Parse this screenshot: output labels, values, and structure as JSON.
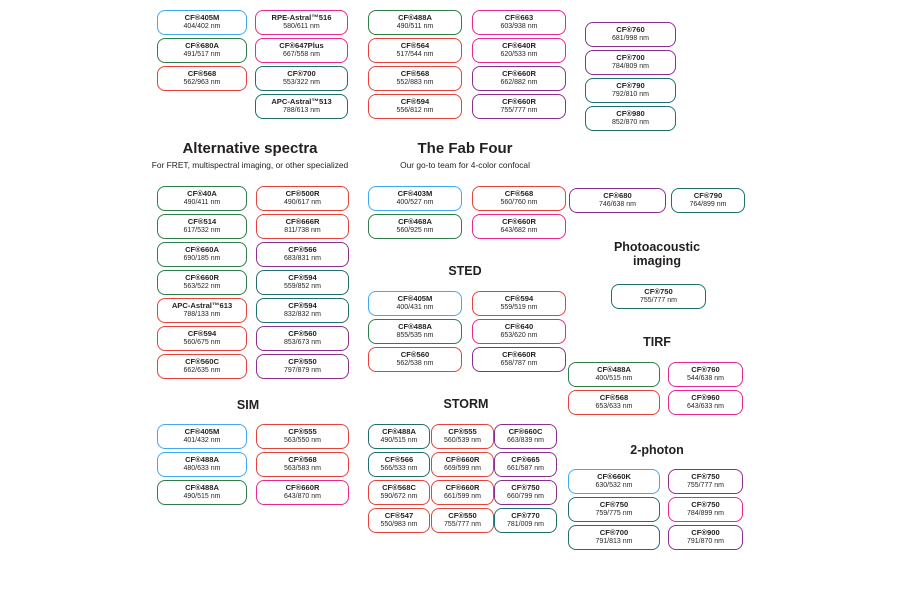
{
  "colors": {
    "blue": "#3fa9f5",
    "green": "#2f7d4a",
    "teal": "#1f6f6d",
    "red": "#e8413a",
    "magenta": "#ec268f",
    "purple": "#8e2d90"
  },
  "sections": {
    "alternative_spectra": {
      "title": "Alternative spectra",
      "subtitle": "For FRET, multispectral imaging, or other specialized"
    },
    "fab_four": {
      "title": "The Fab Four",
      "subtitle": "Our go-to team for 4-color confocal"
    },
    "sted": {
      "title": "STED"
    },
    "photoacoustic": {
      "title": "Photoacoustic imaging"
    },
    "tirf": {
      "title": "TIRF"
    },
    "sim": {
      "title": "SIM"
    },
    "storm": {
      "title": "STORM"
    },
    "two_photon": {
      "title": "2-photon"
    }
  },
  "groups": {
    "top_col1": [
      {
        "name": "CF®405M",
        "value": "404/402 nm",
        "color": "blue"
      },
      {
        "name": "CF®680A",
        "value": "491/517 nm",
        "color": "green"
      },
      {
        "name": "CF®568",
        "value": "562/963 nm",
        "color": "red"
      }
    ],
    "top_col2": [
      {
        "name": "RPE-Astral™516",
        "value": "580/611 nm",
        "color": "magenta"
      },
      {
        "name": "CF®647Plus",
        "value": "667/558 nm",
        "color": "magenta"
      },
      {
        "name": "CF®700",
        "value": "553/322 nm",
        "color": "teal"
      },
      {
        "name": "APC-Astral™513",
        "value": "788/613 nm",
        "color": "teal"
      }
    ],
    "top_col3": [
      {
        "name": "CF®488A",
        "value": "490/511 nm",
        "color": "green"
      },
      {
        "name": "CF®564",
        "value": "517/544 nm",
        "color": "red"
      },
      {
        "name": "CF®568",
        "value": "552/883 nm",
        "color": "red"
      },
      {
        "name": "CF®594",
        "value": "556/812 nm",
        "color": "red"
      }
    ],
    "top_col4": [
      {
        "name": "CF®663",
        "value": "603/938 nm",
        "color": "magenta"
      },
      {
        "name": "CF®640R",
        "value": "620/533 nm",
        "color": "magenta"
      },
      {
        "name": "CF®660R",
        "value": "662/882 nm",
        "color": "purple"
      },
      {
        "name": "CF®660R",
        "value": "755/777 nm",
        "color": "purple"
      }
    ],
    "top_col5": [
      {
        "name": "CF®760",
        "value": "681/998 nm",
        "color": "purple"
      },
      {
        "name": "CF®700",
        "value": "784/809 nm",
        "color": "purple"
      },
      {
        "name": "CF®790",
        "value": "792/810 nm",
        "color": "teal"
      },
      {
        "name": "CF®980",
        "value": "852/870 nm",
        "color": "teal"
      }
    ],
    "alt_left": [
      {
        "name": "CF®40A",
        "value": "490/411 nm",
        "color": "green"
      },
      {
        "name": "CF®514",
        "value": "617/532 nm",
        "color": "green"
      },
      {
        "name": "CF®660A",
        "value": "690/185 nm",
        "color": "green"
      },
      {
        "name": "CF®660R",
        "value": "563/522 nm",
        "color": "green"
      },
      {
        "name": "APC-Astral™613",
        "value": "788/133 nm",
        "color": "red"
      },
      {
        "name": "CF®594",
        "value": "560/675 nm",
        "color": "red"
      },
      {
        "name": "CF®560C",
        "value": "662/635 nm",
        "color": "red"
      }
    ],
    "alt_right": [
      {
        "name": "CF®500R",
        "value": "490/617 nm",
        "color": "red"
      },
      {
        "name": "CF®666R",
        "value": "811/738 nm",
        "color": "red"
      },
      {
        "name": "CF®566",
        "value": "683/831 nm",
        "color": "purple"
      },
      {
        "name": "CF®594",
        "value": "559/852 nm",
        "color": "teal"
      },
      {
        "name": "CF®594",
        "value": "832/832 nm",
        "color": "teal"
      },
      {
        "name": "CF®560",
        "value": "853/673 nm",
        "color": "purple"
      },
      {
        "name": "CF®550",
        "value": "797/879 nm",
        "color": "purple"
      }
    ],
    "fab_left": [
      {
        "name": "CF®403M",
        "value": "400/527 nm",
        "color": "blue"
      },
      {
        "name": "CF®468A",
        "value": "560/925 nm",
        "color": "green"
      }
    ],
    "fab_right": [
      {
        "name": "CF®568",
        "value": "560/760 nm",
        "color": "red"
      },
      {
        "name": "CF®660R",
        "value": "643/682 nm",
        "color": "magenta"
      }
    ],
    "misc_680": [
      {
        "name": "CF®680",
        "value": "746/638 nm",
        "color": "purple"
      }
    ],
    "misc_790": [
      {
        "name": "CF®790",
        "value": "764/899 nm",
        "color": "teal"
      }
    ],
    "photoacoustic": [
      {
        "name": "CF®750",
        "value": "755/777 nm",
        "color": "teal"
      }
    ],
    "sted_left": [
      {
        "name": "CF®405M",
        "value": "400/431 nm",
        "color": "blue"
      },
      {
        "name": "CF®488A",
        "value": "855/535 nm",
        "color": "green"
      },
      {
        "name": "CF®560",
        "value": "562/538 nm",
        "color": "red"
      }
    ],
    "sted_right": [
      {
        "name": "CF®594",
        "value": "559/519 nm",
        "color": "red"
      },
      {
        "name": "CF®640",
        "value": "653/620 nm",
        "color": "magenta"
      },
      {
        "name": "CF®660R",
        "value": "658/787 nm",
        "color": "purple"
      }
    ],
    "tirf_left": [
      {
        "name": "CF®488A",
        "value": "400/515 nm",
        "color": "green"
      },
      {
        "name": "CF®568",
        "value": "653/633 nm",
        "color": "red"
      }
    ],
    "tirf_right": [
      {
        "name": "CF®760",
        "value": "544/638 nm",
        "color": "magenta"
      },
      {
        "name": "CF®960",
        "value": "643/633 nm",
        "color": "magenta"
      }
    ],
    "sim_left": [
      {
        "name": "CF®405M",
        "value": "401/432 nm",
        "color": "blue"
      },
      {
        "name": "CF®488A",
        "value": "480/633 nm",
        "color": "blue"
      },
      {
        "name": "CF®488A",
        "value": "490/515 nm",
        "color": "green"
      }
    ],
    "sim_right": [
      {
        "name": "CF®555",
        "value": "563/550 nm",
        "color": "red"
      },
      {
        "name": "CF®568",
        "value": "563/583 nm",
        "color": "red"
      },
      {
        "name": "CF®660R",
        "value": "643/870 nm",
        "color": "magenta"
      }
    ],
    "storm_col1": [
      {
        "name": "CF®488A",
        "value": "490/515 nm",
        "color": "teal"
      },
      {
        "name": "CF®566",
        "value": "566/533 nm",
        "color": "teal"
      },
      {
        "name": "CF®568C",
        "value": "590/672 nm",
        "color": "red"
      },
      {
        "name": "CF®547",
        "value": "550/983 nm",
        "color": "red"
      }
    ],
    "storm_col2": [
      {
        "name": "CF®555",
        "value": "560/539 nm",
        "color": "red"
      },
      {
        "name": "CF®660R",
        "value": "669/599 nm",
        "color": "red"
      },
      {
        "name": "CF®660R",
        "value": "661/599 nm",
        "color": "red"
      },
      {
        "name": "CF®550",
        "value": "755/777 nm",
        "color": "red"
      }
    ],
    "storm_col3": [
      {
        "name": "CF®660C",
        "value": "663/839 nm",
        "color": "purple"
      },
      {
        "name": "CF®665",
        "value": "661/587 nm",
        "color": "purple"
      },
      {
        "name": "CF®750",
        "value": "660/799 nm",
        "color": "purple"
      },
      {
        "name": "CF®770",
        "value": "781/009 nm",
        "color": "teal"
      }
    ],
    "photon_left": [
      {
        "name": "CF®660K",
        "value": "630/532 nm",
        "color": "blue"
      },
      {
        "name": "CF®750",
        "value": "759/775 nm",
        "color": "teal"
      },
      {
        "name": "CF®700",
        "value": "791/813 nm",
        "color": "teal"
      }
    ],
    "photon_right": [
      {
        "name": "CF®750",
        "value": "755/777 nm",
        "color": "purple"
      },
      {
        "name": "CF®750",
        "value": "784/899 nm",
        "color": "magenta"
      },
      {
        "name": "CF®900",
        "value": "791/870 nm",
        "color": "purple"
      }
    ]
  }
}
